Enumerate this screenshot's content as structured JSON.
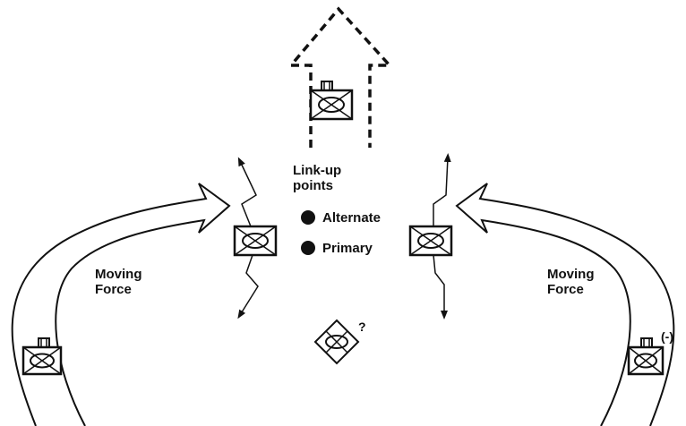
{
  "labels": {
    "linkup_title_line1": "Link-up",
    "linkup_title_line2": "points",
    "alternate": "Alternate",
    "primary": "Primary",
    "moving_force_left_line1": "Moving",
    "moving_force_left_line2": "Force",
    "moving_force_right_line1": "Moving",
    "moving_force_right_line2": "Force",
    "unknown_unit_mark": "?",
    "reduced_unit_mark": "(-)"
  },
  "colors": {
    "ink": "#111111",
    "background": "#ffffff"
  },
  "icons": [
    "armor-unit-symbol",
    "armor-company-symbol",
    "armor-unit-unknown-symbol",
    "lightning-arrow-icon",
    "dashed-axis-arrow",
    "moving-force-arrow"
  ]
}
